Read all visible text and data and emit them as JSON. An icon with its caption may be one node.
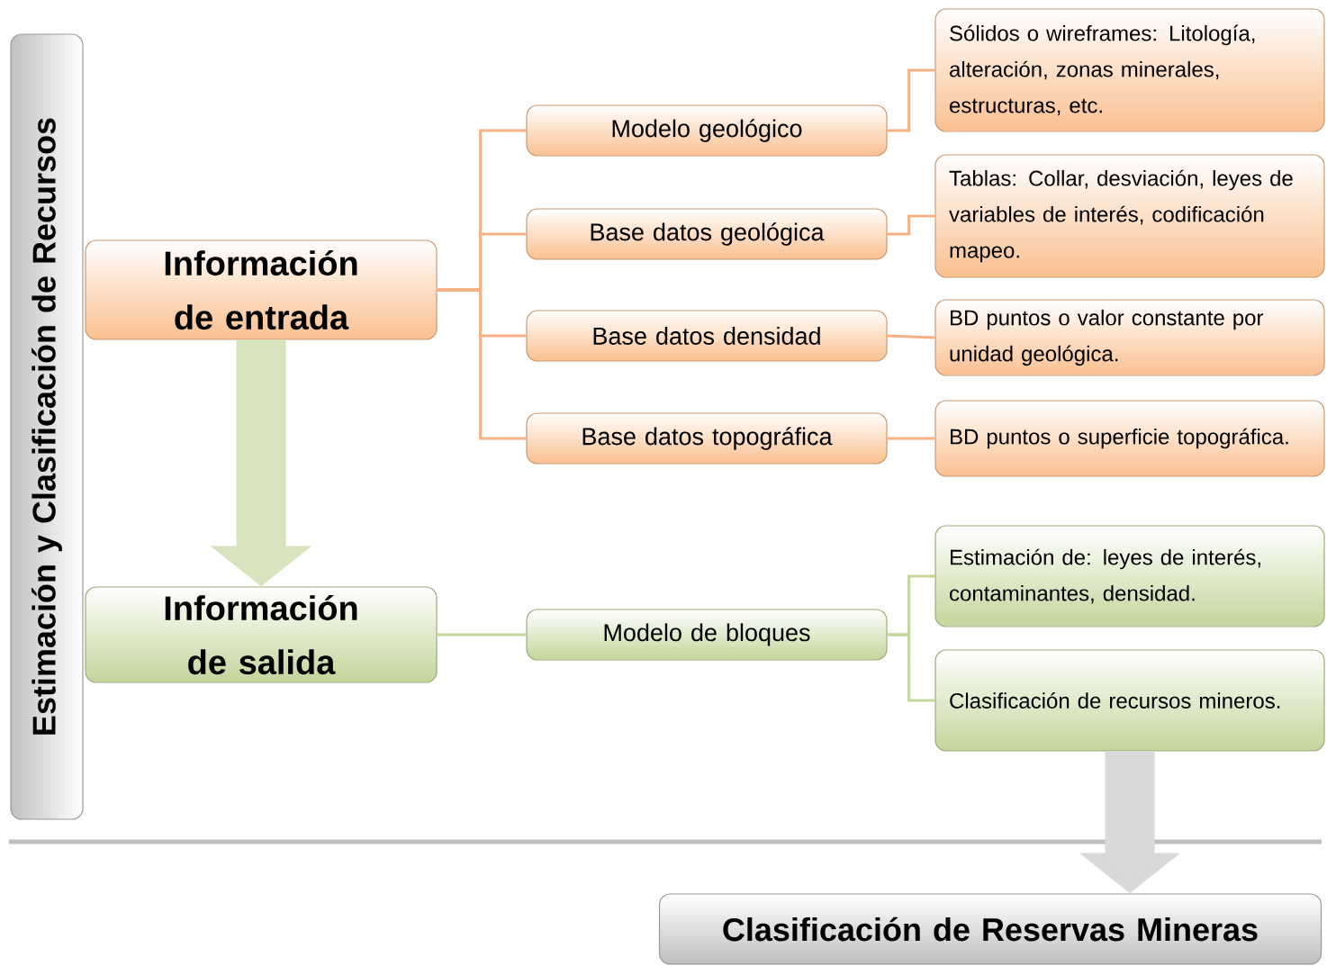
{
  "diagram": {
    "nodes": [
      {
        "text": [
          "Estimación y Clasificación de Recursos"
        ]
      },
      {
        "text": [
          "Información de entrada"
        ]
      },
      {
        "text": [
          "Modelo geológico"
        ]
      },
      {
        "text": [
          "Base datos geológica"
        ]
      },
      {
        "text": [
          "Base datos densidad"
        ]
      },
      {
        "text": [
          "Base datos topográfica"
        ]
      },
      {
        "text": [
          "Sólidos o wireframes: Litología, alteración, zonas minerales, estructuras, etc."
        ]
      },
      {
        "text": [
          "Tablas: Collar, desviación, leyes de variables de interés, codificación mapeo."
        ]
      },
      {
        "text": [
          "BD puntos o valor constante por unidad geológica."
        ]
      },
      {
        "text": [
          "BD puntos o superficie topográfica."
        ]
      },
      {
        "text": [
          "Información de salida"
        ]
      },
      {
        "text": [
          "Modelo de bloques"
        ]
      },
      {
        "text": [
          "Estimación de: leyes de interés, contaminantes, densidad."
        ]
      },
      {
        "text": [
          "Clasificación de recursos mineros."
        ]
      },
      {
        "text": [
          "Clasificación de Reservas Mineras"
        ]
      }
    ],
    "edges": [
      {
        "from": 1,
        "to": 2,
        "arrow": "none"
      },
      {
        "from": 1,
        "to": 3,
        "arrow": "none"
      },
      {
        "from": 1,
        "to": 4,
        "arrow": "none"
      },
      {
        "from": 1,
        "to": 5,
        "arrow": "none"
      },
      {
        "from": 2,
        "to": 6,
        "arrow": "none"
      },
      {
        "from": 3,
        "to": 7,
        "arrow": "none"
      },
      {
        "from": 4,
        "to": 8,
        "arrow": "none"
      },
      {
        "from": 5,
        "to": 9,
        "arrow": "none"
      },
      {
        "from": 1,
        "to": 10,
        "arrow": "to",
        "style": "thick",
        "color": "#d7e4bd"
      },
      {
        "from": 10,
        "to": 11,
        "arrow": "none",
        "color": "#c3d69b"
      },
      {
        "from": 11,
        "to": 12,
        "arrow": "none",
        "color": "#c3d69b"
      },
      {
        "from": 11,
        "to": 13,
        "arrow": "none",
        "color": "#c3d69b"
      },
      {
        "from": 13,
        "to": 14,
        "arrow": "to",
        "style": "thick",
        "color": "#d9d9d9"
      }
    ]
  }
}
